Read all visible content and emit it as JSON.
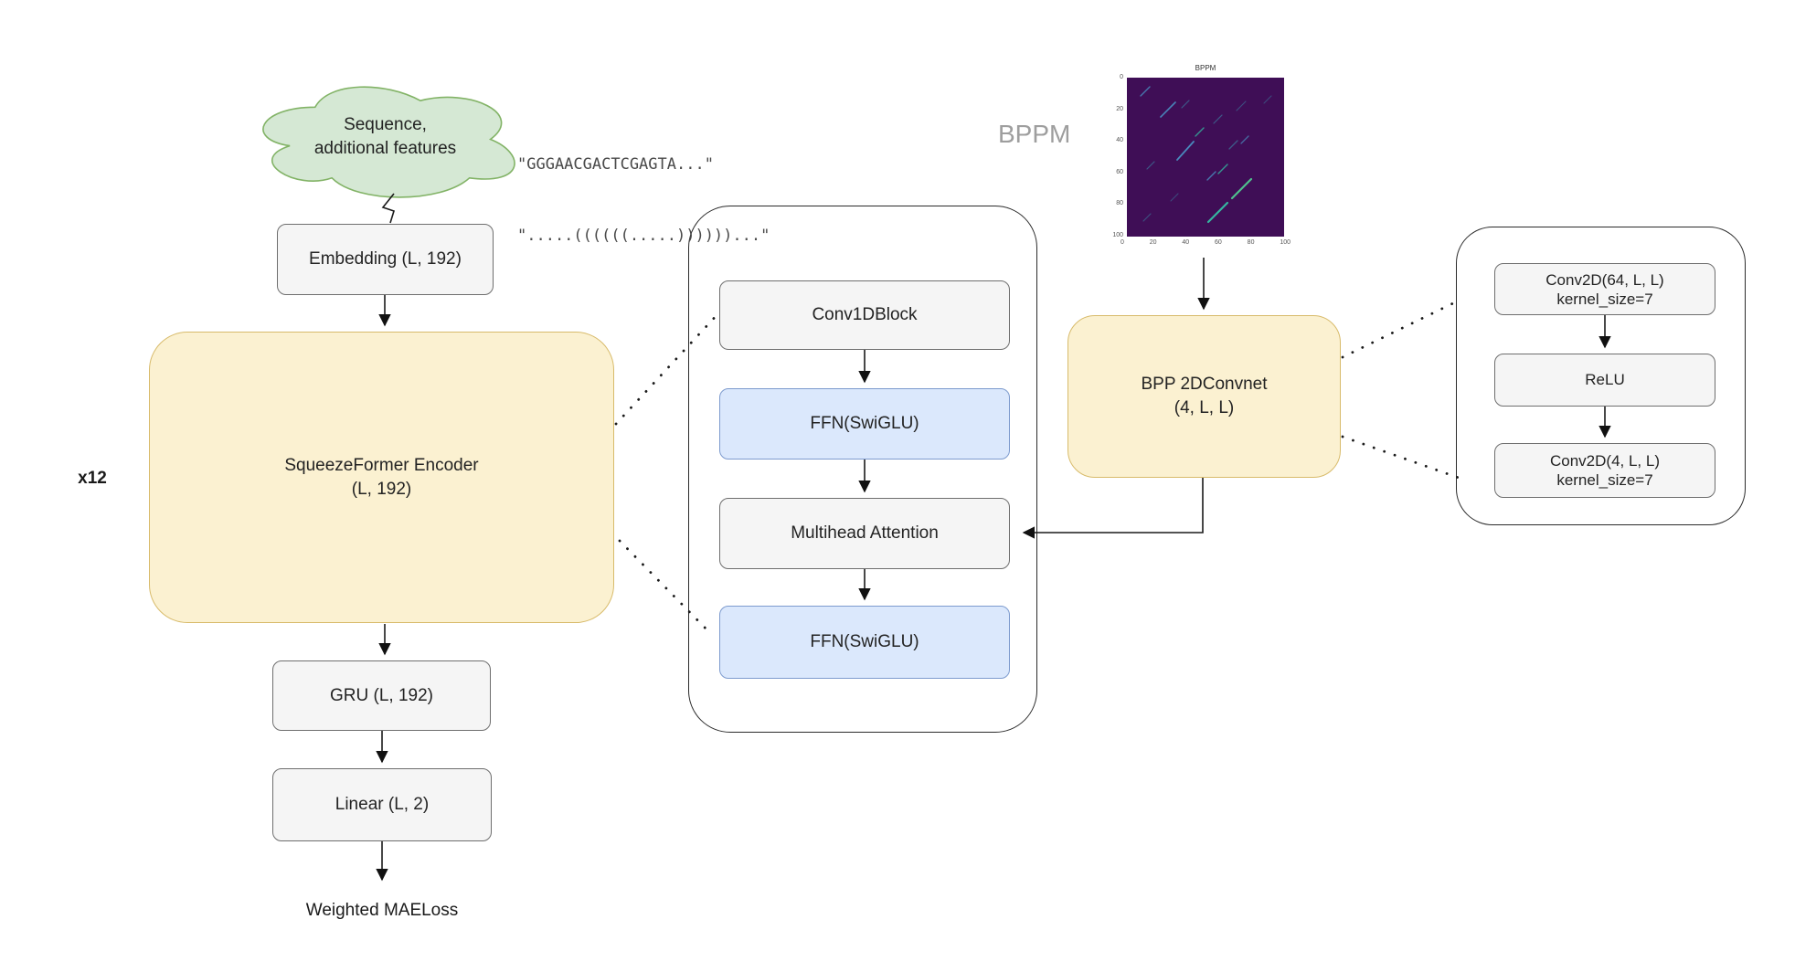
{
  "cloud": {
    "line1": "Sequence,",
    "line2": "additional features"
  },
  "sequence_example": {
    "line1": "\"GGGAACGACTCGAGTA...\"",
    "line2": "\".....((((((.....))))))...\""
  },
  "left_branch": {
    "embedding": "Embedding (L, 192)",
    "repeat_label": "x12",
    "encoder_line1": "SqueezeFormer Encoder",
    "encoder_line2": "(L, 192)",
    "gru": "GRU (L, 192)",
    "linear": "Linear (L, 2)",
    "loss": "Weighted MAELoss"
  },
  "encoder_detail": {
    "conv1d": "Conv1DBlock",
    "ffn1": "FFN(SwiGLU)",
    "mha": "Multihead Attention",
    "ffn2": "FFN(SwiGLU)"
  },
  "bppm": {
    "big_label": "BPPM",
    "plot_title": "BPPM",
    "yticks": [
      "0",
      "20",
      "40",
      "60",
      "80",
      "100"
    ],
    "xticks": [
      "0",
      "20",
      "40",
      "60",
      "80",
      "100"
    ]
  },
  "bpp_branch": {
    "convnet_line1": "BPP 2DConvnet",
    "convnet_line2": "(4, L, L)"
  },
  "convnet_detail": {
    "conv1_line1": "Conv2D(64, L, L)",
    "conv1_line2": "kernel_size=7",
    "relu": "ReLU",
    "conv2_line1": "Conv2D(4, L, L)",
    "conv2_line2": "kernel_size=7"
  },
  "colors": {
    "cloud_fill": "#d5e8d4",
    "cloud_border": "#82b366",
    "encoder_fill": "#fbf1d1",
    "encoder_border": "#d8bb6b",
    "box_fill": "#f5f5f5",
    "box_border": "#6e6e6e",
    "ffn_fill": "#dbe8fc",
    "ffn_border": "#7d9bce",
    "heatmap_bg": "#3f0e56",
    "streak_teal": "#35b6a0",
    "streak_blue": "#4a90c2"
  }
}
